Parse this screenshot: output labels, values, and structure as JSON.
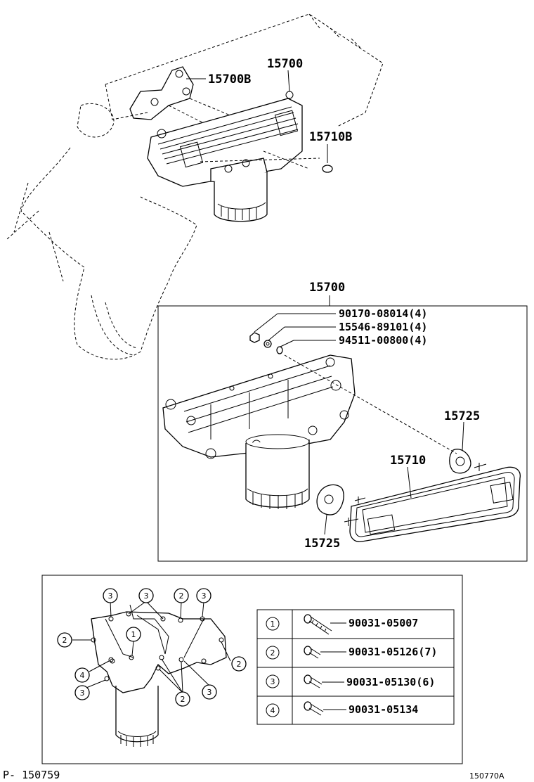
{
  "callouts_top": {
    "assembly": "15700",
    "bracket": "15700B",
    "oring": "15710B"
  },
  "detail_box": {
    "assembly": "15700",
    "parts": [
      {
        "number": "90170-08014(4)"
      },
      {
        "number": "15546-89101(4)"
      },
      {
        "number": "94511-00800(4)"
      }
    ],
    "gasket_upper": "15725",
    "cooler_element": "15710",
    "gasket_lower": "15725"
  },
  "bolt_legend": {
    "rows": [
      {
        "index": "1",
        "part": "90031-05007"
      },
      {
        "index": "2",
        "part": "90031-05126(7)"
      },
      {
        "index": "3",
        "part": "90031-05130(6)"
      },
      {
        "index": "4",
        "part": "90031-05134"
      }
    ]
  },
  "bolt_markers": [
    "3",
    "3",
    "2",
    "3",
    "2",
    "1",
    "4",
    "3",
    "2",
    "2",
    "3"
  ],
  "footer": {
    "page_ref": "P- 150759",
    "figure_ref": "150770A"
  }
}
